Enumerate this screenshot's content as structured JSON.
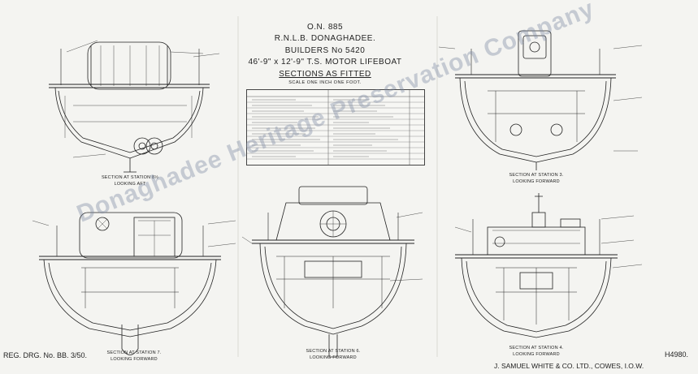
{
  "header": {
    "on_number": "O.N. 885",
    "station_name": "R.N.L.B. DONAGHADEE.",
    "builders_no": "BUILDERS No 5420",
    "description": "46'-9\" x 12'-9\" T.S. MOTOR LIFEBOAT",
    "sections_title": "SECTIONS AS FITTED",
    "scale": "SCALE ONE INCH ONE FOOT."
  },
  "captions": {
    "section_top_left": "SECTION AT STATION 8½",
    "looking_top_left": "LOOKING AFT",
    "section_top_right": "SECTION AT STATION 3.",
    "looking_top_right": "LOOKING FORWARD",
    "section_bottom_left": "SECTION AT STATION 7.",
    "looking_bottom_left": "LOOKING FORWARD",
    "section_bottom_mid": "SECTION AT STATION 6.",
    "looking_bottom_mid": "LOOKING FORWARD",
    "section_bottom_right": "SECTION AT STATION 4.",
    "looking_bottom_right": "LOOKING FORWARD"
  },
  "footer": {
    "reg_drg": "REG. DRG. No. BB. 3/50.",
    "drawing_no": "H4980.",
    "builder": "J. SAMUEL WHITE & CO. LTD., COWES, I.O.W."
  },
  "watermark": "Donaghadee Heritage Preservation Company",
  "colors": {
    "paper": "#f4f4f1",
    "ink": "#1e1e1e",
    "watermark": "#7887a0"
  }
}
